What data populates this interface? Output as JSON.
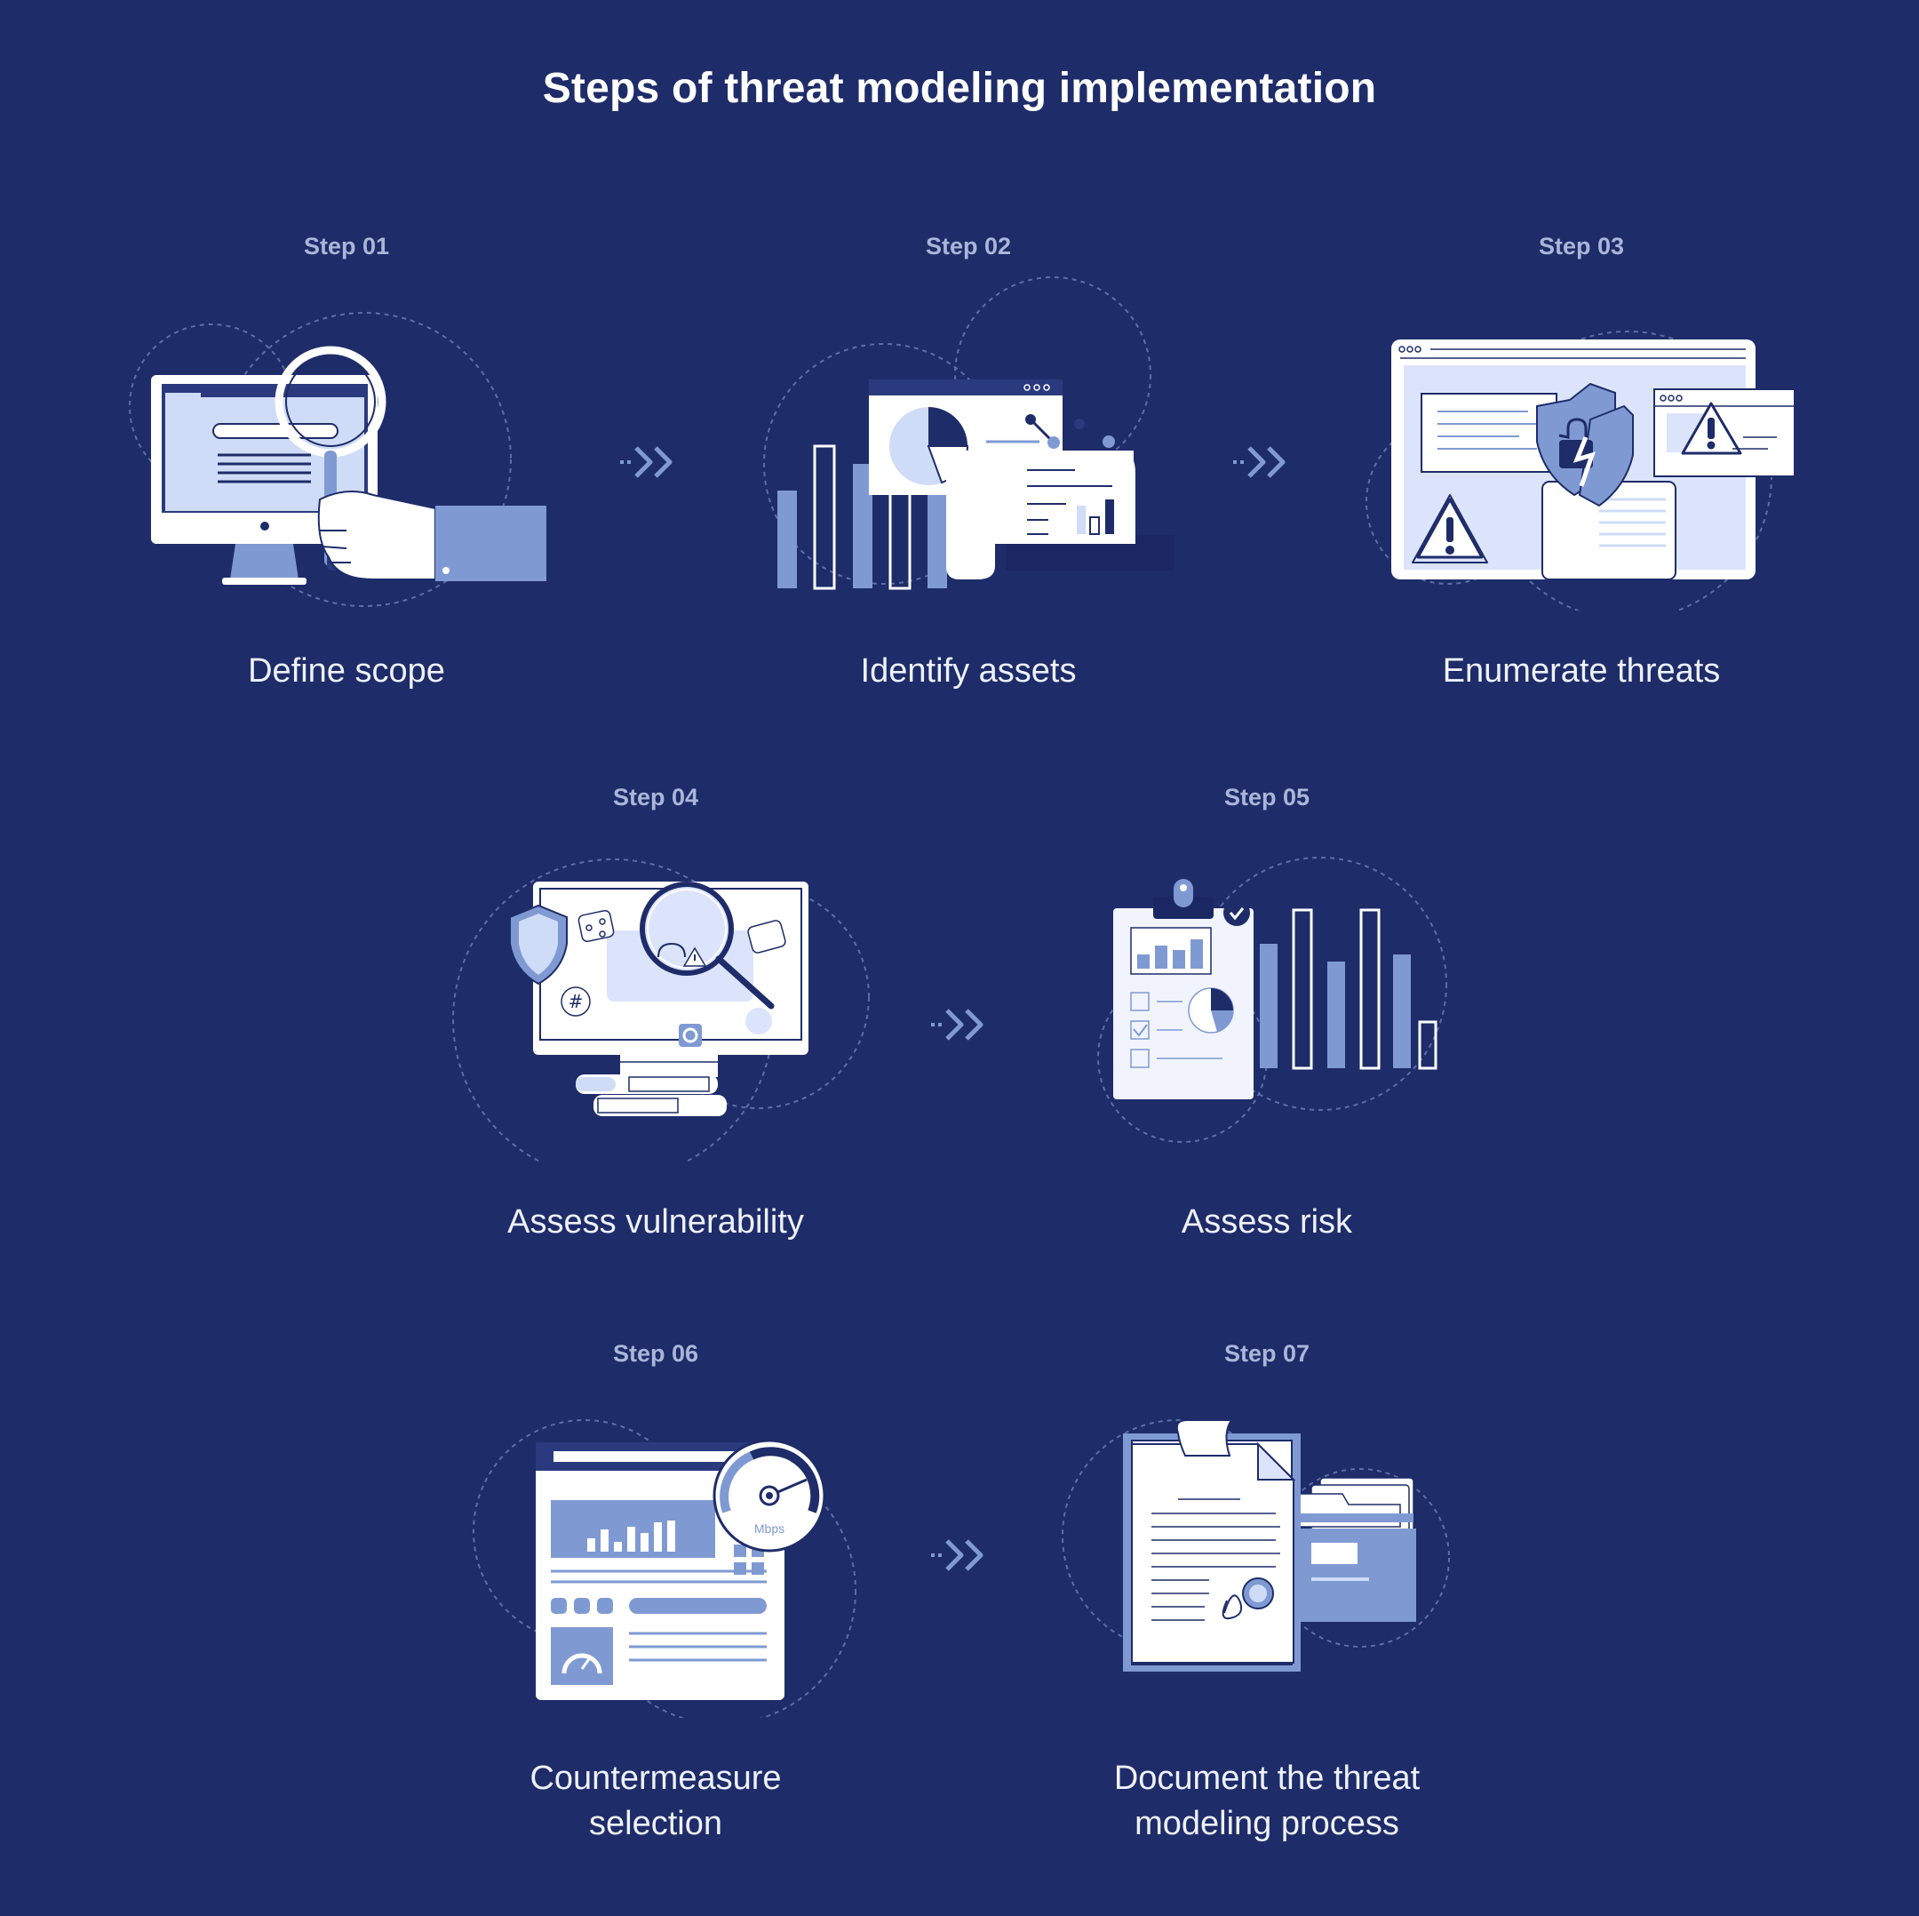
{
  "title": "Steps of threat modeling implementation",
  "colors": {
    "background": "#1e2c69",
    "accent": "#7f9ad3",
    "light": "#dbe4fb",
    "white": "#ffffff",
    "step_label": "#aab6d8"
  },
  "steps": [
    {
      "label": "Step 01",
      "name_line1": "Define scope",
      "name_line2": "",
      "icon": "monitor-magnifier-hand-icon"
    },
    {
      "label": "Step 02",
      "name_line1": "Identify assets",
      "name_line2": "",
      "icon": "charts-documents-icon"
    },
    {
      "label": "Step 03",
      "name_line1": "Enumerate threats",
      "name_line2": "",
      "icon": "browser-warning-shield-icon"
    },
    {
      "label": "Step 04",
      "name_line1": "Assess vulnerability",
      "name_line2": "",
      "icon": "monitor-scan-icon"
    },
    {
      "label": "Step 05",
      "name_line1": "Assess risk",
      "name_line2": "",
      "icon": "clipboard-bar-chart-icon"
    },
    {
      "label": "Step 06",
      "name_line1": "Countermeasure",
      "name_line2": "selection",
      "icon": "dashboard-speedometer-icon",
      "gauge_unit": "Mbps"
    },
    {
      "label": "Step 07",
      "name_line1": "Document the threat",
      "name_line2": "modeling process",
      "icon": "document-folder-icon"
    }
  ]
}
